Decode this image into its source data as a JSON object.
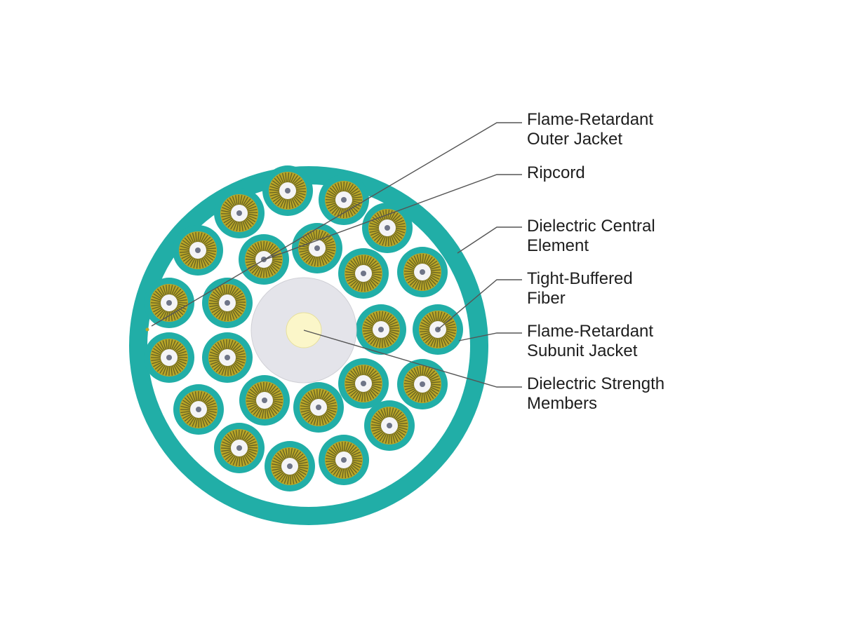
{
  "labels": {
    "outer_jacket": "Flame-Retardant\nOuter Jacket",
    "ripcord": "Ripcord",
    "central_element": "Dielectric Central\nElement",
    "tight_buffered": "Tight-Buffered\nFiber",
    "subunit_jacket": "Flame-Retardant\nSubunit Jacket",
    "strength_members": "Dielectric Strength\nMembers"
  },
  "colors": {
    "jacket_teal": "#21aea7",
    "strength_yarn": "#b9a628",
    "yarn_dark": "#4a4a22",
    "buffer_white": "#f4f4f6",
    "fiber_core": "#6f7588",
    "central_element": "#e4e4ea",
    "central_core": "#fbf6c9",
    "leader_line": "#555555",
    "label_text": "#1e1e1e"
  }
}
